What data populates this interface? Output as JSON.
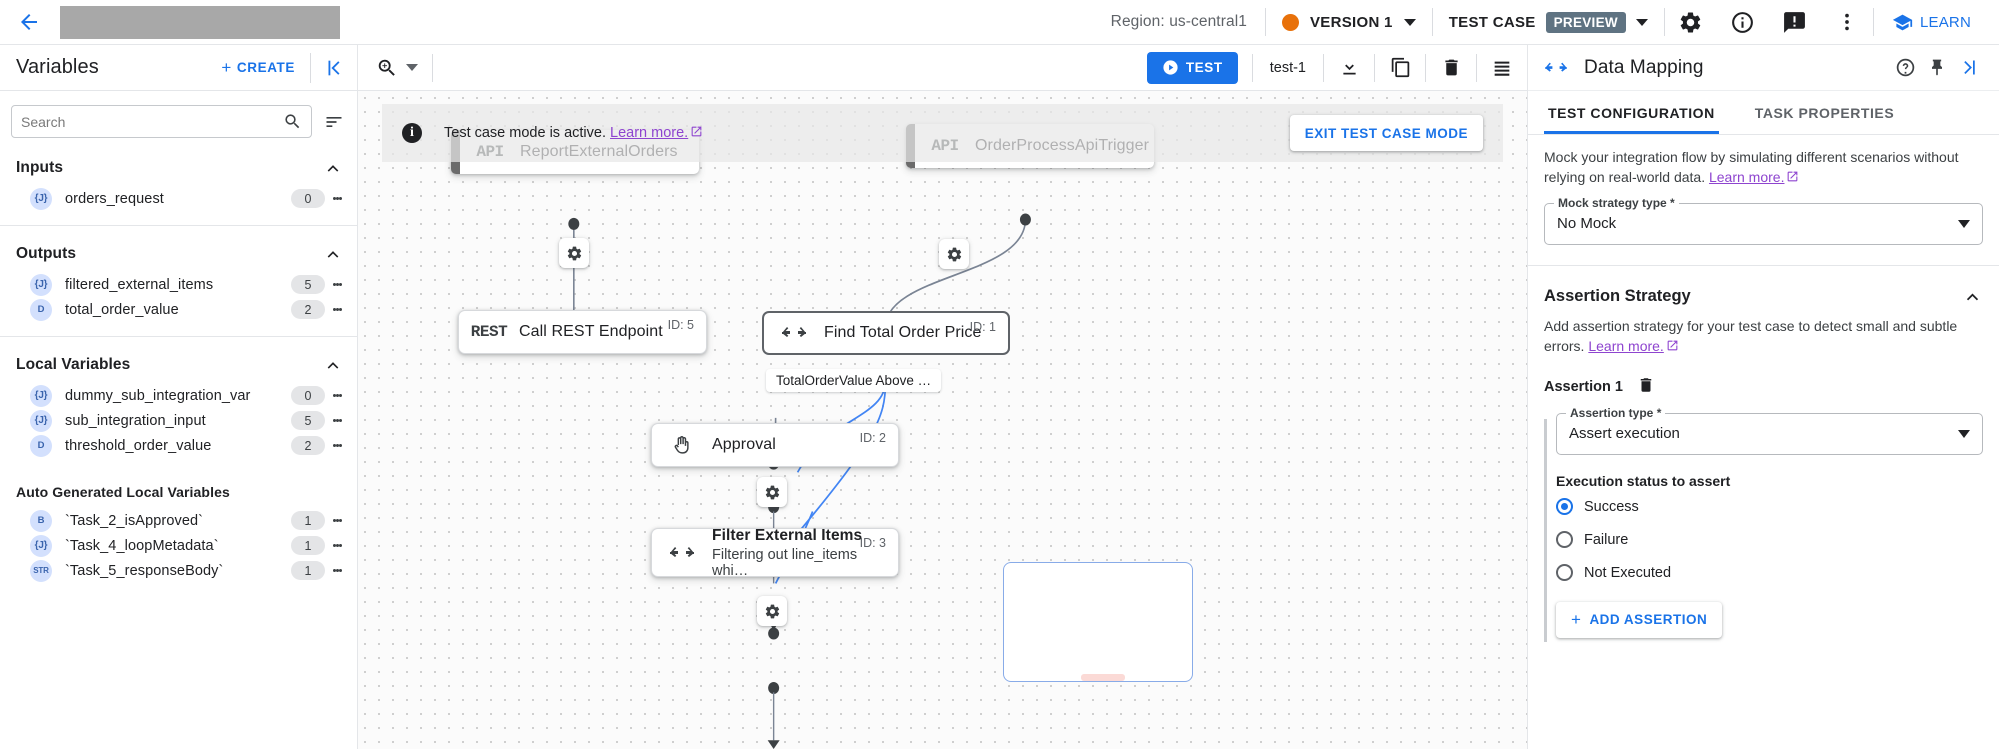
{
  "topbar": {
    "back_icon": "back-arrow-icon",
    "title_redacted": "",
    "region": "Region: us-central1",
    "version_label": "VERSION 1",
    "testcase_label": "TEST CASE",
    "preview_badge": "PREVIEW",
    "learn_label": "LEARN"
  },
  "left_panel": {
    "title": "Variables",
    "create_label": "CREATE",
    "search_placeholder": "Search",
    "search_value": "",
    "sections": [
      {
        "title": "Inputs",
        "collapsible": true,
        "items": [
          {
            "type": "{J}",
            "name": "orders_request",
            "count": "0"
          }
        ]
      },
      {
        "title": "Outputs",
        "collapsible": true,
        "items": [
          {
            "type": "{J}",
            "name": "filtered_external_items",
            "count": "5"
          },
          {
            "type": "D",
            "name": "total_order_value",
            "count": "2"
          }
        ]
      },
      {
        "title": "Local Variables",
        "collapsible": true,
        "items": [
          {
            "type": "{J}",
            "name": "dummy_sub_integration_var",
            "count": "0"
          },
          {
            "type": "{J}",
            "name": "sub_integration_input",
            "count": "5"
          },
          {
            "type": "D",
            "name": "threshold_order_value",
            "count": "2"
          }
        ]
      },
      {
        "title": "Auto Generated Local Variables",
        "collapsible": false,
        "items": [
          {
            "type": "B",
            "name": "`Task_2_isApproved`",
            "count": "1"
          },
          {
            "type": "{J}",
            "name": "`Task_4_loopMetadata`",
            "count": "1"
          },
          {
            "type": "STR",
            "name": "`Task_5_responseBody`",
            "count": "1"
          }
        ]
      }
    ]
  },
  "canvas_toolbar": {
    "zoom_icon": "zoom-in-icon",
    "test_label": "TEST",
    "test_name": "test-1"
  },
  "canvas": {
    "banner_text": "Test case mode is active.",
    "banner_link": "Learn more.",
    "exit_label": "EXIT TEST CASE MODE",
    "nodes": [
      {
        "id": "n1",
        "kind": "trigger",
        "tag": "API",
        "title": "ReportExternalOrders",
        "sub": "",
        "id_label": ""
      },
      {
        "id": "n2",
        "kind": "trigger",
        "tag": "API",
        "title": "OrderProcessApiTrigger",
        "sub": "",
        "id_label": ""
      },
      {
        "id": "n3",
        "kind": "task",
        "tag": "REST",
        "title": "Call REST Endpoint",
        "sub": "",
        "id_label": "ID: 5"
      },
      {
        "id": "n4",
        "kind": "task-selected",
        "tag": "mapping",
        "title": "Find Total Order Price",
        "sub": "",
        "id_label": "ID: 1"
      },
      {
        "id": "n5",
        "kind": "task",
        "tag": "approval",
        "title": "Approval",
        "sub": "",
        "id_label": "ID: 2"
      },
      {
        "id": "n6",
        "kind": "task",
        "tag": "mapping",
        "title": "Filter External Items",
        "sub": "Filtering out line_items whi…",
        "id_label": "ID: 3"
      }
    ],
    "edge_label": "TotalOrderValue Above …"
  },
  "right_panel": {
    "title": "Data Mapping",
    "icons": [
      "help-icon",
      "pin-icon",
      "collapse-right-icon"
    ],
    "tabs": [
      {
        "label": "TEST CONFIGURATION",
        "active": true
      },
      {
        "label": "TASK PROPERTIES",
        "active": false
      }
    ],
    "description": "Mock your integration flow by simulating different scenarios without relying on real-world data.",
    "description_link": "Learn more.",
    "mock_field_label": "Mock strategy type *",
    "mock_field_value": "No Mock",
    "assertion_section_title": "Assertion Strategy",
    "assertion_desc": "Add assertion strategy for your test case to detect small and subtle errors.",
    "assertion_desc_link": "Learn more.",
    "assertion_1_label": "Assertion 1",
    "assertion_type_label": "Assertion type *",
    "assertion_type_value": "Assert execution",
    "exec_status_label": "Execution status to assert",
    "radios": [
      {
        "label": "Success",
        "selected": true
      },
      {
        "label": "Failure",
        "selected": false
      },
      {
        "label": "Not Executed",
        "selected": false
      }
    ],
    "add_assertion_label": "ADD ASSERTION"
  },
  "colors": {
    "accent_blue": "#1a73e8",
    "link_purple": "#8e44cf",
    "version_orange": "#e8710a",
    "preview_chip": "#5f7382"
  }
}
